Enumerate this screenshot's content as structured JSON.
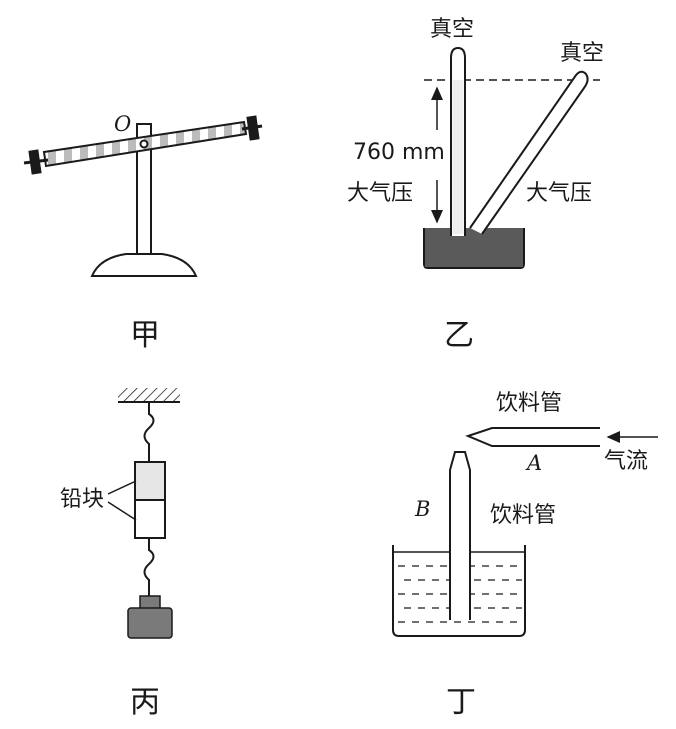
{
  "panel_jia": {
    "caption": "甲",
    "pivot_label": "O"
  },
  "panel_yi": {
    "caption": "乙",
    "vacuum_left": "真空",
    "vacuum_right": "真空",
    "height_label": "760 mm",
    "atm_left": "大气压",
    "atm_right": "大气压"
  },
  "panel_bing": {
    "caption": "丙",
    "lead_label": "铅块"
  },
  "panel_ding": {
    "caption": "丁",
    "straw_top_label": "饮料管",
    "straw_bottom_label": "饮料管",
    "airflow_label": "气流",
    "point_a": "A",
    "point_b": "B"
  },
  "colors": {
    "ink": "#1a1a1a",
    "mercury": "#5a5a5a",
    "weight": "#7a7a7a",
    "block": "#e6e6e6"
  }
}
